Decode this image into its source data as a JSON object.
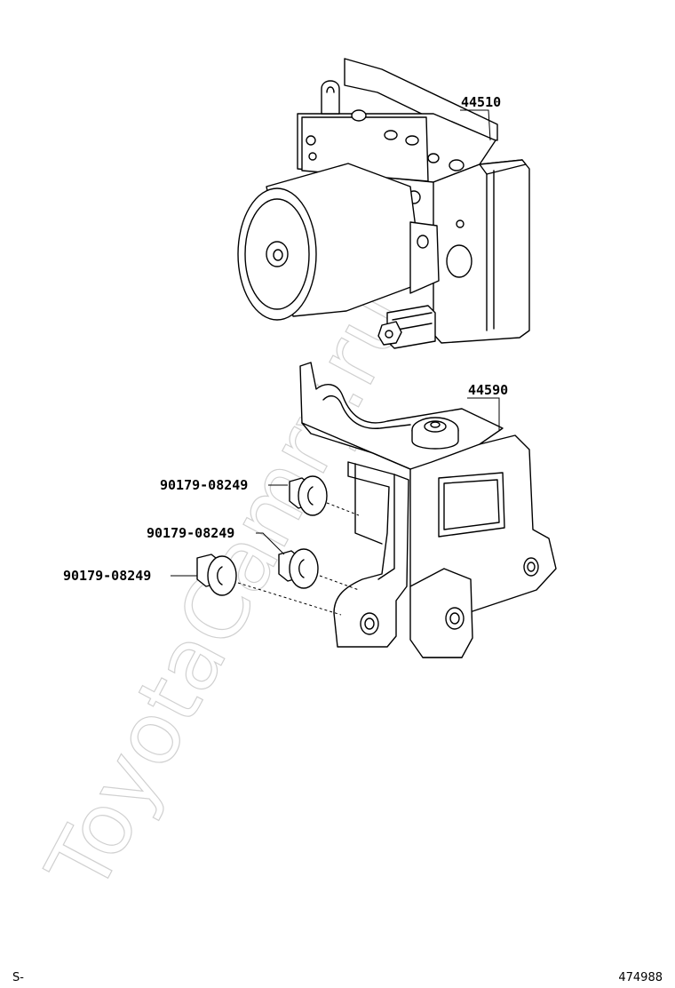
{
  "watermark": "ToyotaCamry.ru",
  "parts": [
    {
      "id": "abs-actuator",
      "number": "44510"
    },
    {
      "id": "actuator-bracket",
      "number": "44590"
    },
    {
      "id": "nut-upper",
      "number": "90179-08249"
    },
    {
      "id": "nut-middle",
      "number": "90179-08249"
    },
    {
      "id": "nut-lower",
      "number": "90179-08249"
    }
  ],
  "footer": {
    "left_code": "S-",
    "illustration_id": "474988"
  }
}
